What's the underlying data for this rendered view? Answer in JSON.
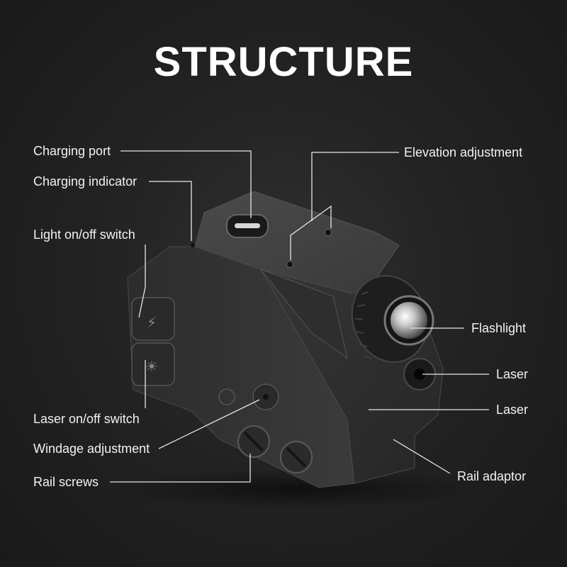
{
  "title": "STRUCTURE",
  "labels": {
    "charging_port": "Charging port",
    "charging_indicator": "Charging indicator",
    "light_switch": "Light on/off switch",
    "laser_switch": "Laser on/off switch",
    "windage": "Windage adjustment",
    "rail_screws": "Rail screws",
    "elevation": "Elevation adjustment",
    "flashlight": "Flashlight",
    "laser_1": "Laser",
    "laser_2": "Laser",
    "rail_adaptor": "Rail adaptor"
  },
  "colors": {
    "background": "#222222",
    "text": "#ffffff",
    "leader_line": "#e6e6e6",
    "device_body": "#3a3a3a"
  }
}
